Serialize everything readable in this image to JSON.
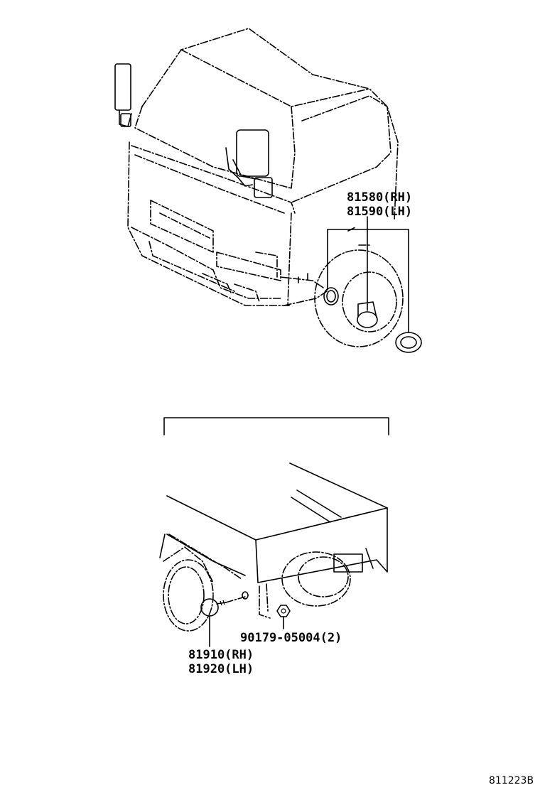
{
  "front_view": {
    "callout": {
      "line1": "81580(RH)",
      "line2": "81590(LH)"
    }
  },
  "rear_view": {
    "callout_lamp": {
      "line1": "81910(RH)",
      "line2": "81920(LH)"
    },
    "callout_screw": "90179-05004(2)"
  },
  "figure_code": "811223B"
}
